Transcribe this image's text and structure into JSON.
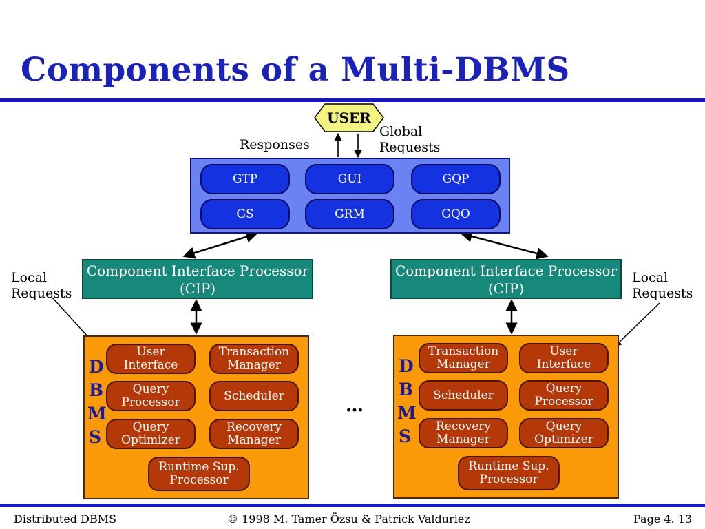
{
  "title": "Components of a Multi-DBMS",
  "user_label": "USER",
  "responses_label": "Responses",
  "global_requests_label": [
    "Global",
    "Requests"
  ],
  "global_modules": [
    "GTP",
    "GUI",
    "GQP",
    "GS",
    "GRM",
    "GQO"
  ],
  "local_requests_label": [
    "Local",
    "Requests"
  ],
  "cip": {
    "line1": "Component Interface Processor",
    "line2": "(CIP)"
  },
  "dbms_letters": [
    "D",
    "B",
    "M",
    "S"
  ],
  "left_dbms": {
    "user_interface": [
      "User",
      "Interface"
    ],
    "transaction_manager": [
      "Transaction",
      "Manager"
    ],
    "query_processor": [
      "Query",
      "Processor"
    ],
    "scheduler": "Scheduler",
    "query_optimizer": [
      "Query",
      "Optimizer"
    ],
    "recovery_manager": [
      "Recovery",
      "Manager"
    ],
    "runtime": [
      "Runtime Sup.",
      "Processor"
    ]
  },
  "right_dbms": {
    "transaction_manager": [
      "Transaction",
      "Manager"
    ],
    "user_interface": [
      "User",
      "Interface"
    ],
    "scheduler": "Scheduler",
    "query_processor": [
      "Query",
      "Processor"
    ],
    "recovery_manager": [
      "Recovery",
      "Manager"
    ],
    "query_optimizer": [
      "Query",
      "Optimizer"
    ],
    "runtime": [
      "Runtime Sup.",
      "Processor"
    ]
  },
  "ellipsis": "…",
  "footer": {
    "left": "Distributed DBMS",
    "center": "© 1998 M. Tamer Özsu & Patrick Valduriez",
    "right": "Page 4. 13"
  },
  "colors": {
    "title": "#1a22b8",
    "rule": "#1418c8",
    "user_diamond": "#f4f482",
    "global_box": "#6b82f2",
    "global_module": "#1432e0",
    "cip": "#17897a",
    "dbms_box": "#fb9a08",
    "local_module": "#b43808",
    "dbms_letters": "#1b1b9a"
  }
}
